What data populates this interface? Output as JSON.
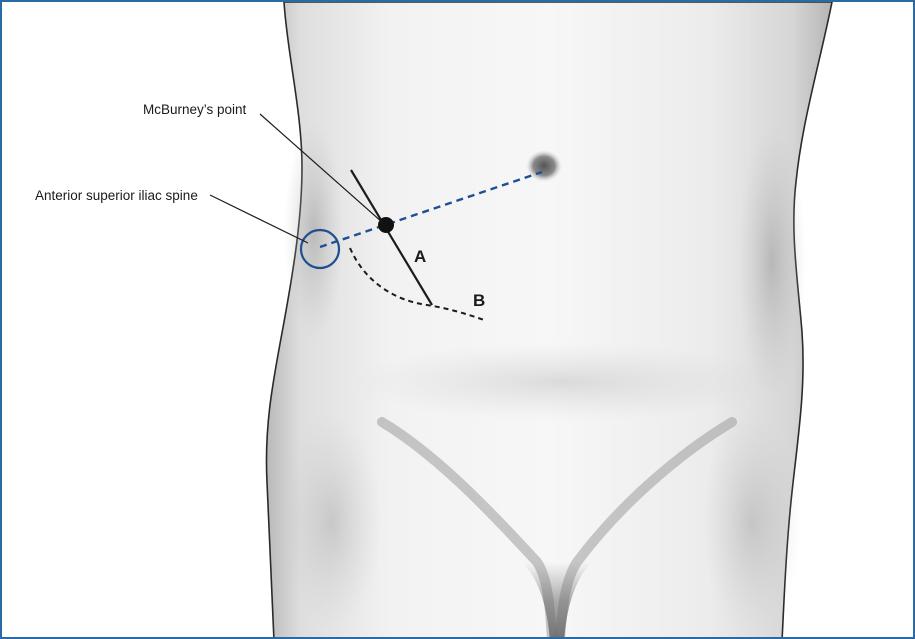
{
  "figure": {
    "labels": {
      "mcburney": "McBurney’s point",
      "asis": "Anterior superior iliac spine",
      "line_a": "A",
      "line_b": "B"
    },
    "colors": {
      "frame": "#2c6aa6",
      "dashed_line": "#1f4f93",
      "asis_circle": "#1f4f93",
      "marker": "#111111",
      "skin": "#e6e6e6"
    }
  }
}
